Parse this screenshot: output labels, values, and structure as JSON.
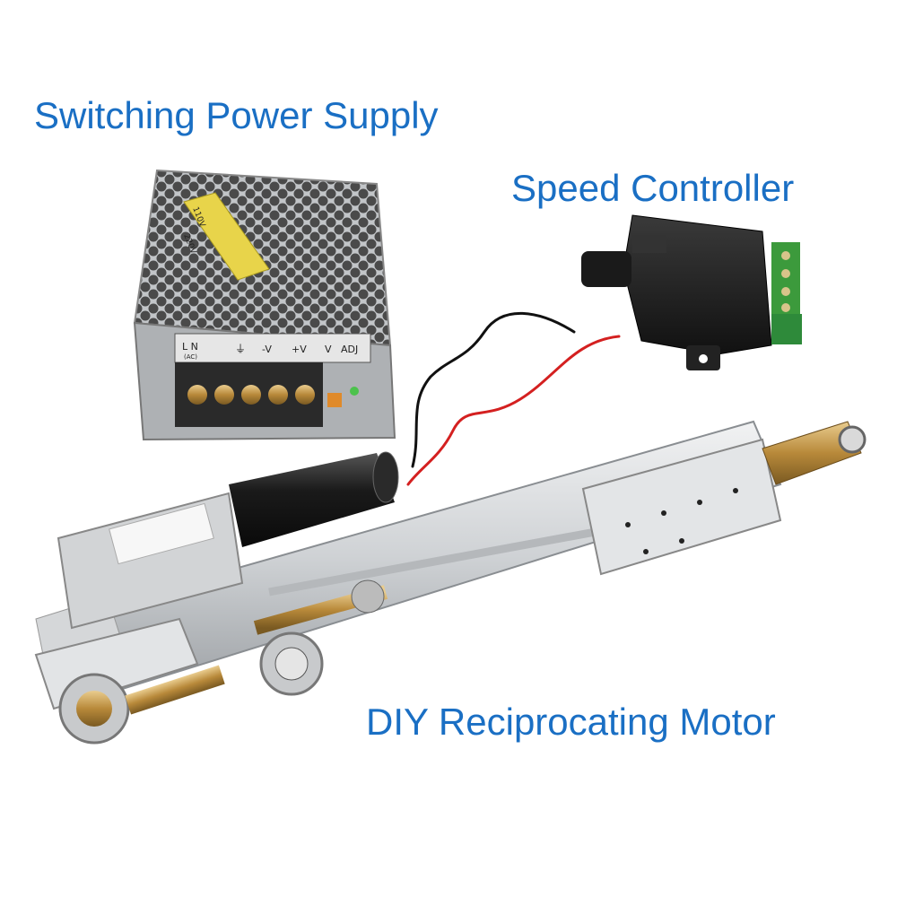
{
  "captions": {
    "power_supply": "Switching Power Supply",
    "speed_controller": "Speed Controller",
    "motor": "DIY Reciprocating Motor"
  },
  "psu_labels": {
    "terminal_ln": "L N",
    "terminal_ac": "(AC)",
    "terminal_ground": "⏚",
    "terminal_neg": "-V",
    "terminal_pos": "+V",
    "terminal_v": "V",
    "terminal_adj": "ADJ",
    "switch_110": "110V",
    "switch_220": "220V"
  },
  "colors": {
    "caption": "#1a6fc4",
    "psu_body": "#b9bcc0",
    "controller_body": "#1c1c1c",
    "motor_rail": "#d6d8da",
    "red_wire": "#d42020",
    "black_wire": "#111111"
  }
}
